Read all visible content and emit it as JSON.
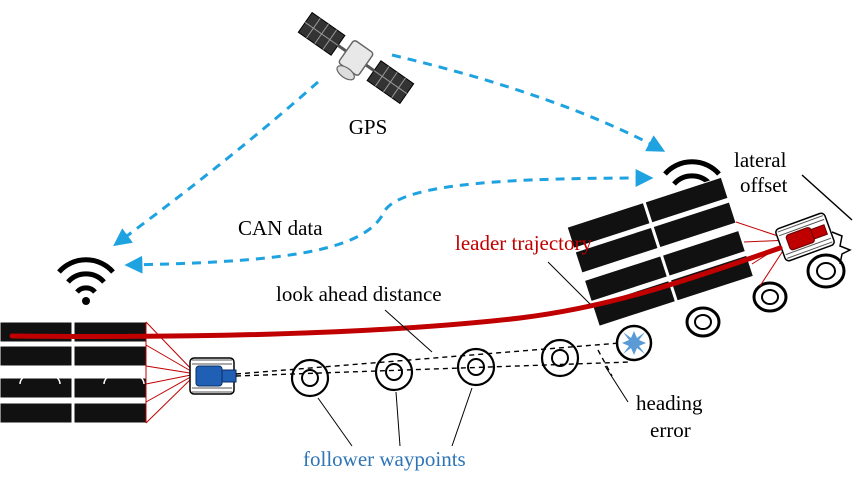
{
  "labels": {
    "gps": "GPS",
    "can_data": "CAN data",
    "lateral_offset_line1": "lateral",
    "lateral_offset_line2": "offset",
    "leader_trajectory": "leader trajectory",
    "look_ahead_distance": "look ahead distance",
    "heading_error_line1": "heading",
    "heading_error_line2": "error",
    "follower_waypoints": "follower waypoints"
  },
  "icons": [
    "satellite-icon",
    "wifi-icon-leader",
    "wifi-icon-follower"
  ],
  "colors": {
    "link": "#1fa3e0",
    "leader": "#c00000",
    "follower_tractor": "#1f5fb4",
    "follower_text": "#2e75b6",
    "heading_marker": "#5b9bd5",
    "rig": "#000000"
  }
}
